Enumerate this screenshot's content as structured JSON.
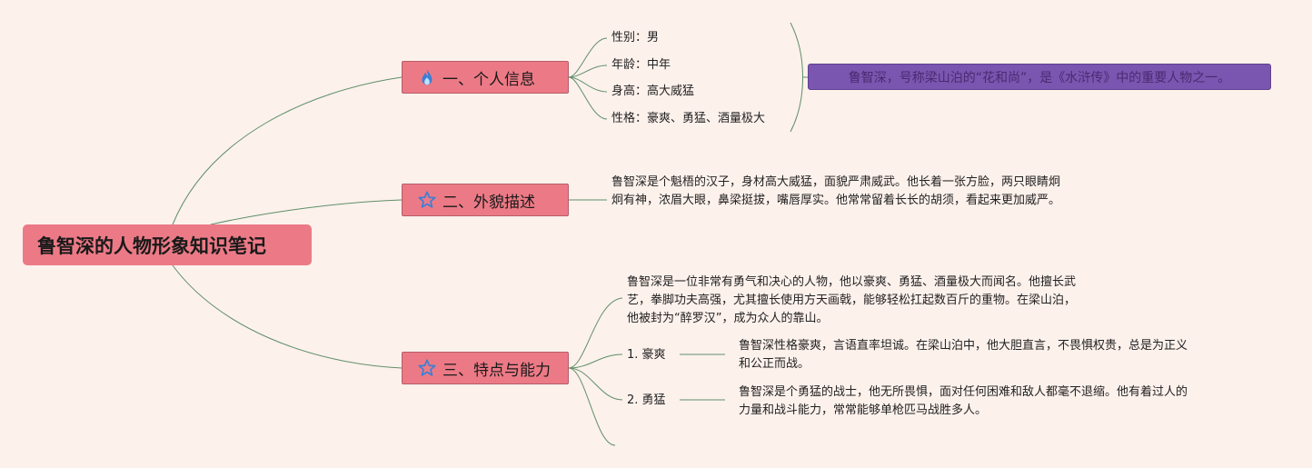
{
  "root": {
    "title": "鲁智深的人物形象知识笔记"
  },
  "branches": [
    {
      "label": "一、个人信息",
      "icon": "flame-icon",
      "items": [
        "性别：男",
        "年龄：中年",
        "身高：高大威猛",
        "性格：豪爽、勇猛、酒量极大"
      ],
      "summary": "鲁智深，号称梁山泊的“花和尚”，是《水浒传》中的重要人物之一。"
    },
    {
      "label": "二、外貌描述",
      "icon": "star-outline-icon",
      "text": "鲁智深是个魁梧的汉子，身材高大威猛，面貌严肃威武。他长着一张方脸，两只眼睛炯炯有神，浓眉大眼，鼻梁挺拔，嘴唇厚实。他常常留着长长的胡须，看起来更加威严。"
    },
    {
      "label": "三、特点与能力",
      "icon": "star-outline-icon",
      "intro": "鲁智深是一位非常有勇气和决心的人物，他以豪爽、勇猛、酒量极大而闻名。他擅长武艺，拳脚功夫高强，尤其擅长使用方天画戟，能够轻松扛起数百斤的重物。在梁山泊，他被封为“醉罗汉”，成为众人的靠山。",
      "traits": [
        {
          "label": "1. 豪爽",
          "text": "鲁智深性格豪爽，言语直率坦诚。在梁山泊中，他大胆直言，不畏惧权贵，总是为正义和公正而战。"
        },
        {
          "label": "2. 勇猛",
          "text": "鲁智深是个勇猛的战士，他无所畏惧，面对任何困难和敌人都毫不退缩。他有着过人的力量和战斗能力，常常能够单枪匹马战胜多人。"
        }
      ]
    }
  ],
  "colors": {
    "background": "#fdf1ec",
    "node_fill": "#ec7a86",
    "summary_fill": "#7a56b0",
    "connector": "#5e8f68",
    "icon_blue": "#3a7fd5"
  }
}
